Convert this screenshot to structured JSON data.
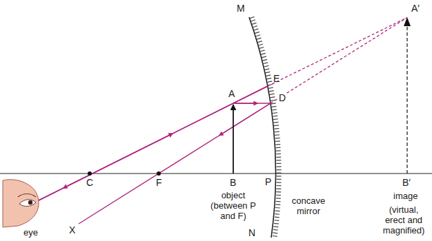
{
  "diagram": {
    "labels": [
      "A′",
      "M",
      "E",
      "A",
      "D",
      "C",
      "F",
      "B",
      "P",
      "B′",
      "object (between P and F)",
      "concave mirror",
      "image",
      "(virtual, erect and magnified)",
      "eye",
      "X",
      "N"
    ]
  }
}
